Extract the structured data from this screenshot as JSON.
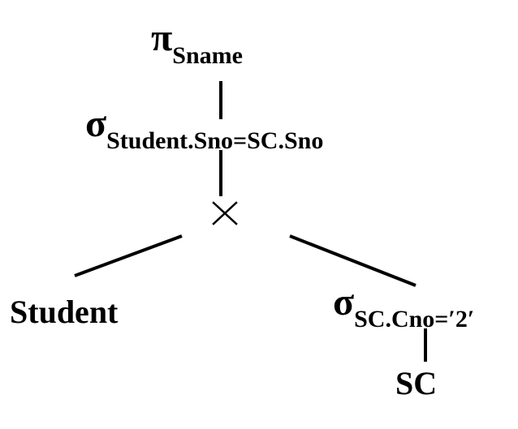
{
  "diagram": {
    "projection": {
      "symbol": "π",
      "attribute": "Sname"
    },
    "join_selection": {
      "symbol": "σ",
      "condition": "Student.Sno=SC.Sno"
    },
    "cartesian_product": {
      "symbol": "×"
    },
    "left_relation": {
      "name": "Student"
    },
    "right_selection": {
      "symbol": "σ",
      "condition": "SC.Cno=′2′"
    },
    "right_relation": {
      "name": "SC"
    }
  }
}
